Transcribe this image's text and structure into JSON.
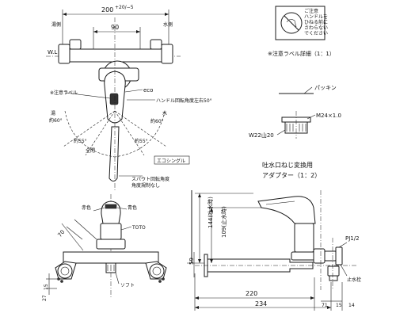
{
  "top_view": {
    "dim_width": "200",
    "dim_width_tol": "+20/−5",
    "dim_center": "90",
    "hot_side": "湯側",
    "cold_side": "水側",
    "wl": "W.L",
    "caution_label": "※注意ラベル",
    "eco": "eco",
    "handle_angle": "ハンドル回転角度左右50°",
    "hot_label": "湯",
    "hot_angle": "約55°",
    "cold_label": "水",
    "cold_angle": "約55°",
    "max_label": "全閉",
    "left_angle": "約60°",
    "right_angle": "約60°",
    "eco_single": "エコシングル",
    "spout_rotation": "スパウト回転角度",
    "spout_restriction": "角度規制なし"
  },
  "label_detail": {
    "title": "※注意ラベル詳細（1：1）",
    "badge_lines": [
      "ご注意",
      "ハンドルを",
      "ひねる前に",
      "さわらない",
      "でください"
    ]
  },
  "adapter": {
    "packing": "パッキン",
    "thread_m24": "M24×1.0",
    "thread_w22": "W22山20",
    "title_line1": "吐水口ねじ変換用",
    "title_line2": "アダプター（1：2）"
  },
  "front_view": {
    "red_mark": "赤色",
    "blue_mark": "青色",
    "toto": "TOTO",
    "dim_70": "70",
    "dim_15": "15",
    "dim_27": "27",
    "soft": "ソフト"
  },
  "side_view": {
    "dim_144": "144(吐水時)",
    "dim_109": "109(止水時)",
    "dim_59": "59",
    "dim_220": "220",
    "dim_234": "234",
    "dim_71": "71",
    "dim_15": "15",
    "dim_14": "14",
    "pj": "PJ1/2",
    "water_stop": "止水栓"
  }
}
